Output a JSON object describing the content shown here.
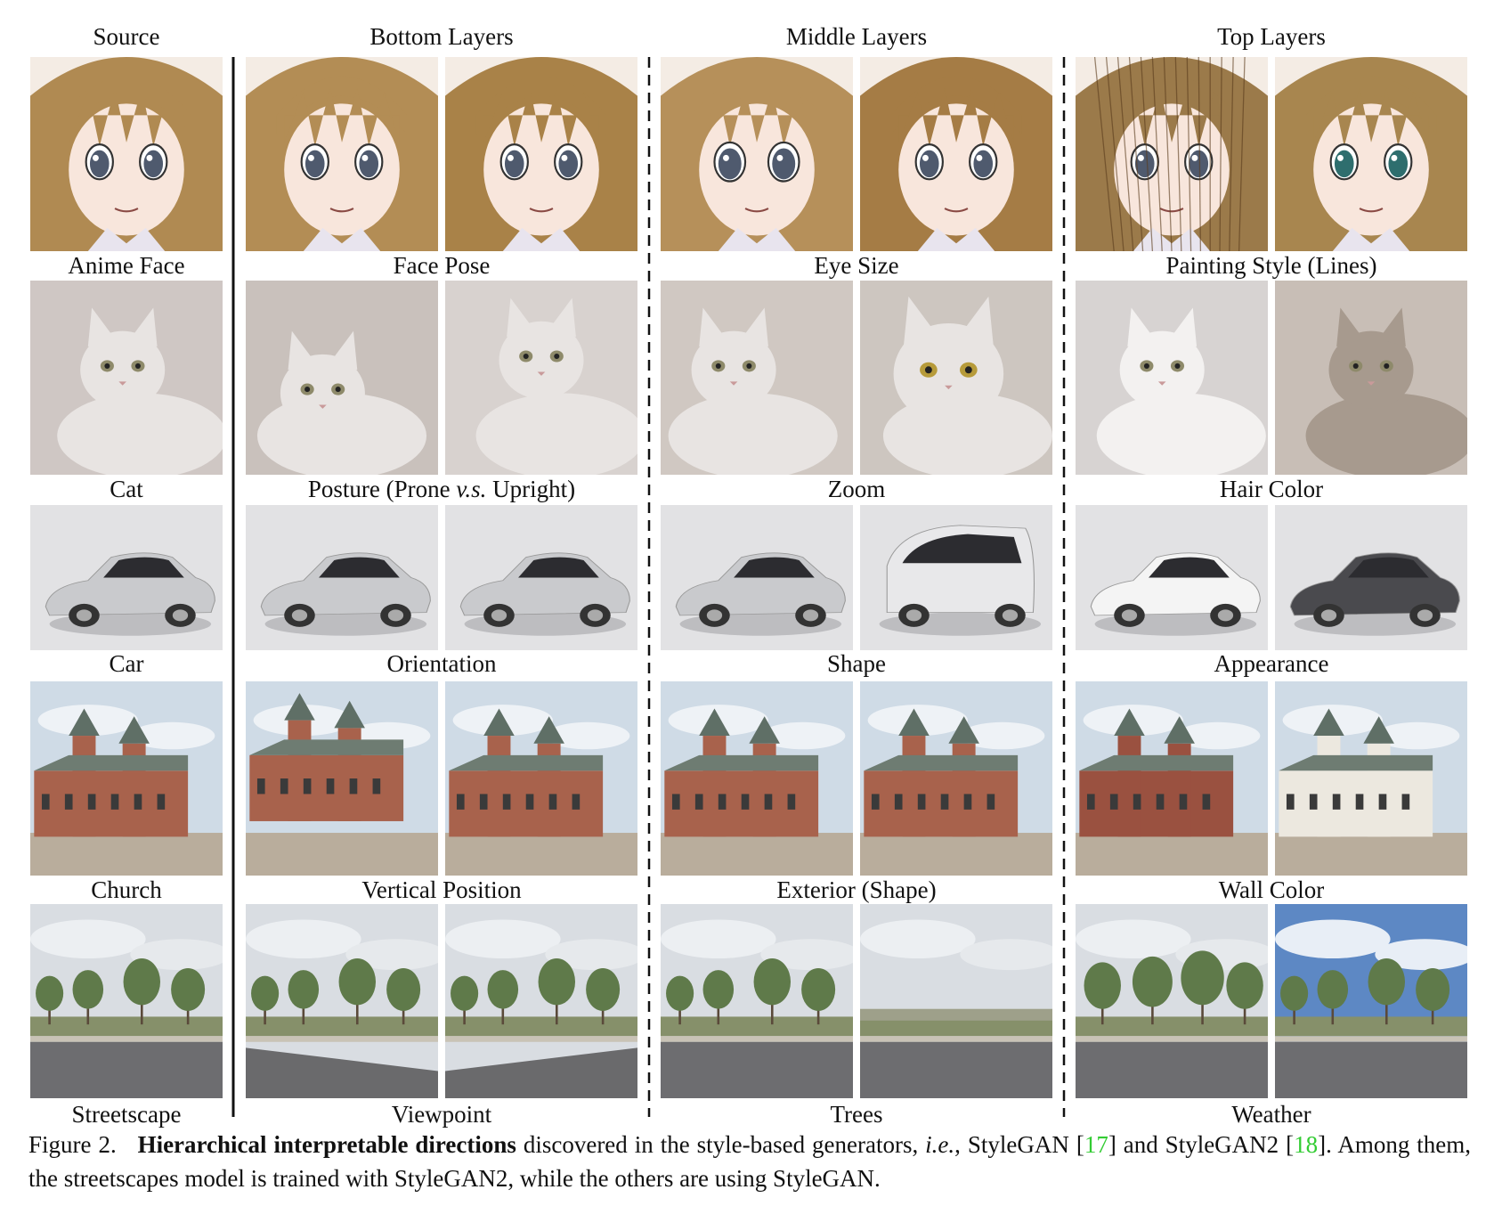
{
  "figure": {
    "headers": {
      "source": "Source",
      "bottom": "Bottom Layers",
      "middle": "Middle Layers",
      "top": "Top Layers"
    },
    "rows": [
      {
        "subject": "anime",
        "source_label": "Anime Face",
        "bottom_label": "Face Pose",
        "middle_label": "Eye Size",
        "top_label": "Painting Style (Lines)"
      },
      {
        "subject": "cat",
        "source_label": "Cat",
        "bottom_label_parts": [
          "Posture (Prone ",
          "v.s.",
          " Upright)"
        ],
        "middle_label": "Zoom",
        "top_label": "Hair Color"
      },
      {
        "subject": "car",
        "source_label": "Car",
        "bottom_label": "Orientation",
        "middle_label": "Shape",
        "top_label": "Appearance"
      },
      {
        "subject": "church",
        "source_label": "Church",
        "bottom_label": "Vertical Position",
        "middle_label": "Exterior (Shape)",
        "top_label": "Wall Color"
      },
      {
        "subject": "street",
        "source_label": "Streetscape",
        "bottom_label": "Viewpoint",
        "middle_label": "Trees",
        "top_label": "Weather"
      }
    ],
    "caption": {
      "figure_label": "Figure 2.",
      "bold_title": "Hierarchical interpretable directions",
      "text_1": " discovered in the style-based generators, ",
      "ie": "i.e.",
      "text_2": ", StyleGAN [",
      "ref_1": "17",
      "text_3": "] and StyleGAN2 [",
      "ref_2": "18",
      "text_4": "]. Among them, the streetscapes model is trained with StyleGAN2, while the others are using StyleGAN."
    },
    "colors": {
      "reference_link": "#33cc33",
      "separator": "#111111"
    }
  }
}
